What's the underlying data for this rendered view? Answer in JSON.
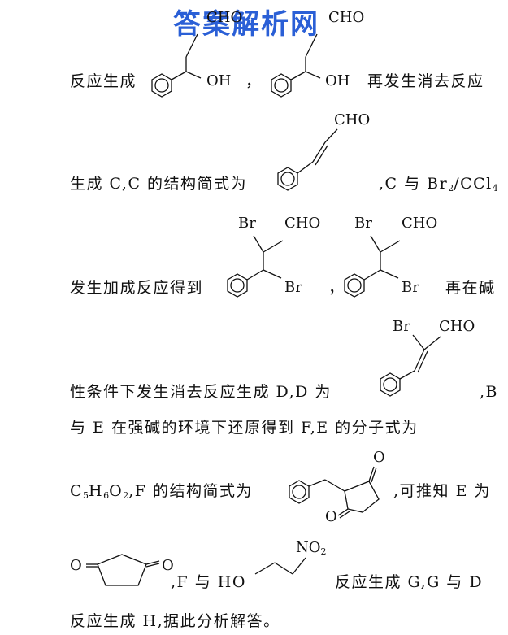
{
  "watermark": "答案解析网",
  "lines": {
    "l1": [
      "反应生成",
      "，",
      "再发生消去反应"
    ],
    "l2": [
      "生成 C,C 的结构简式为",
      ",C 与 Br",
      "2",
      "/CCl",
      "4"
    ],
    "l3": [
      "发生加成反应得到",
      "，",
      "再在碱"
    ],
    "l4": [
      "性条件下发生消去反应生成 D,D 为",
      ",B"
    ],
    "l5": "与 E 在强碱的环境下还原得到 F,E 的分子式为",
    "l6": [
      "C",
      "5",
      "H",
      "6",
      "O",
      "2",
      ",F 的结构简式为",
      ",可推知 E 为"
    ],
    "l7": [
      ",F 与 HO",
      "反应生成 G,G 与 D"
    ],
    "l8": "反应生成 H,据此分析解答。"
  },
  "labels": {
    "cho": "CHO",
    "oh": "OH",
    "br": "Br",
    "ho": "HO",
    "o": "O",
    "no2": [
      "NO",
      "2"
    ]
  }
}
